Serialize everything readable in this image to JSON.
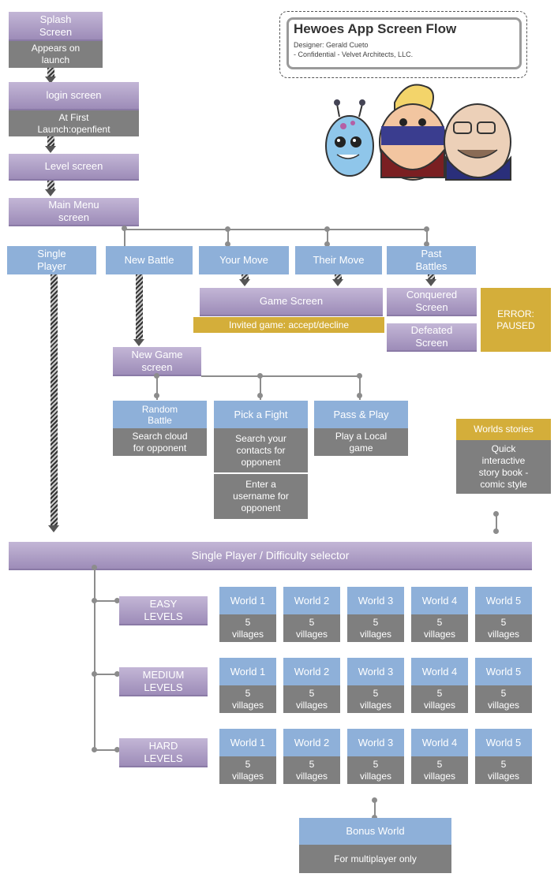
{
  "title_box": {
    "title": "Hewoes App Screen Flow",
    "designer": "Designer: Gerald Cueto",
    "confidential": "- Confidential - Velvet Architects, LLC."
  },
  "flow": {
    "splash": {
      "label": "Splash\nScreen",
      "note": "Appears on\nlaunch"
    },
    "login": {
      "label": "login screen",
      "note": "At First\nLaunch:openfient"
    },
    "level": {
      "label": "Level screen"
    },
    "main_menu": {
      "label": "Main Menu\nscreen"
    }
  },
  "menu": {
    "single_player": "Single\nPlayer",
    "new_battle": "New Battle",
    "your_move": "Your Move",
    "their_move": "Their Move",
    "past_battles": "Past\nBattles"
  },
  "game_screen": {
    "label": "Game Screen",
    "note": "Invited game: accept/decline"
  },
  "conquered": "Conquered\nScreen",
  "defeated": "Defeated\nScreen",
  "error": "ERROR:\nPAUSED",
  "new_game": {
    "label": "New Game\nscreen"
  },
  "options": {
    "random": {
      "label": "Random\nBattle",
      "note": "Search cloud\nfor opponent"
    },
    "pick": {
      "label": "Pick a Fight",
      "note": "Search your\ncontacts for\nopponent",
      "note2": "Enter a\nusername for\nopponent"
    },
    "pass": {
      "label": "Pass & Play",
      "note": "Play a Local\ngame"
    }
  },
  "worlds_stories": {
    "label": "Worlds stories",
    "note": "Quick\ninteractive\nstory book -\ncomic style"
  },
  "difficulty": {
    "label": "Single Player / Difficulty selector"
  },
  "levels": [
    {
      "label": "EASY\nLEVELS"
    },
    {
      "label": "MEDIUM\nLEVELS"
    },
    {
      "label": "HARD\nLEVELS"
    }
  ],
  "worlds": [
    "World 1",
    "World 2",
    "World 3",
    "World 4",
    "World 5"
  ],
  "villages": "5\nvillages",
  "bonus": {
    "label": "Bonus World",
    "note": "For multiplayer only"
  },
  "colors": {
    "purple": "#a595bf",
    "blue": "#8eb0d9",
    "grey": "#7f7f7f",
    "gold": "#d4ae3a"
  }
}
